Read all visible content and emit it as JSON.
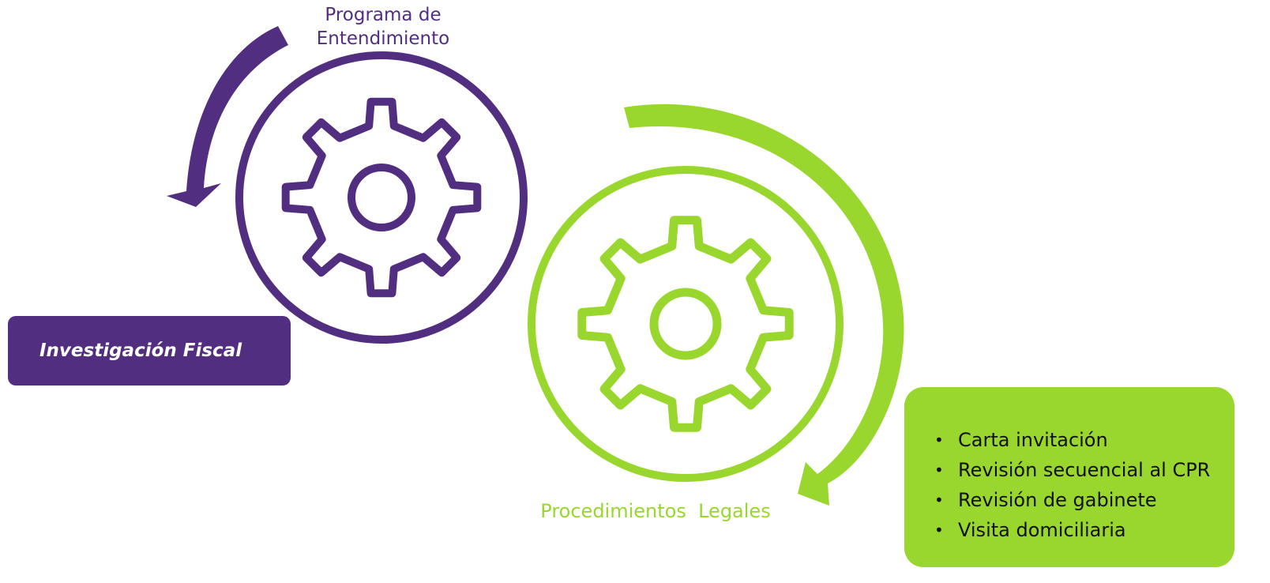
{
  "colors": {
    "purple": "#522E80",
    "green": "#9AD72E",
    "background": "#FFFFFF"
  },
  "top_cycle": {
    "label_line1": "Programa de",
    "label_line2": "Entendimiento",
    "icon": "gear-icon",
    "arrow_icon": "curved-arrow-icon"
  },
  "bottom_cycle": {
    "label": "Procedimientos  Legales",
    "icon": "gear-icon",
    "arrow_icon": "curved-arrow-icon"
  },
  "fiscal_box": {
    "text": "Investigación Fiscal"
  },
  "procedures": {
    "bullet": "•",
    "items": [
      "Carta invitación",
      "Revisión secuencial al CPR",
      "Revisión de gabinete",
      "Visita domiciliaria"
    ]
  }
}
